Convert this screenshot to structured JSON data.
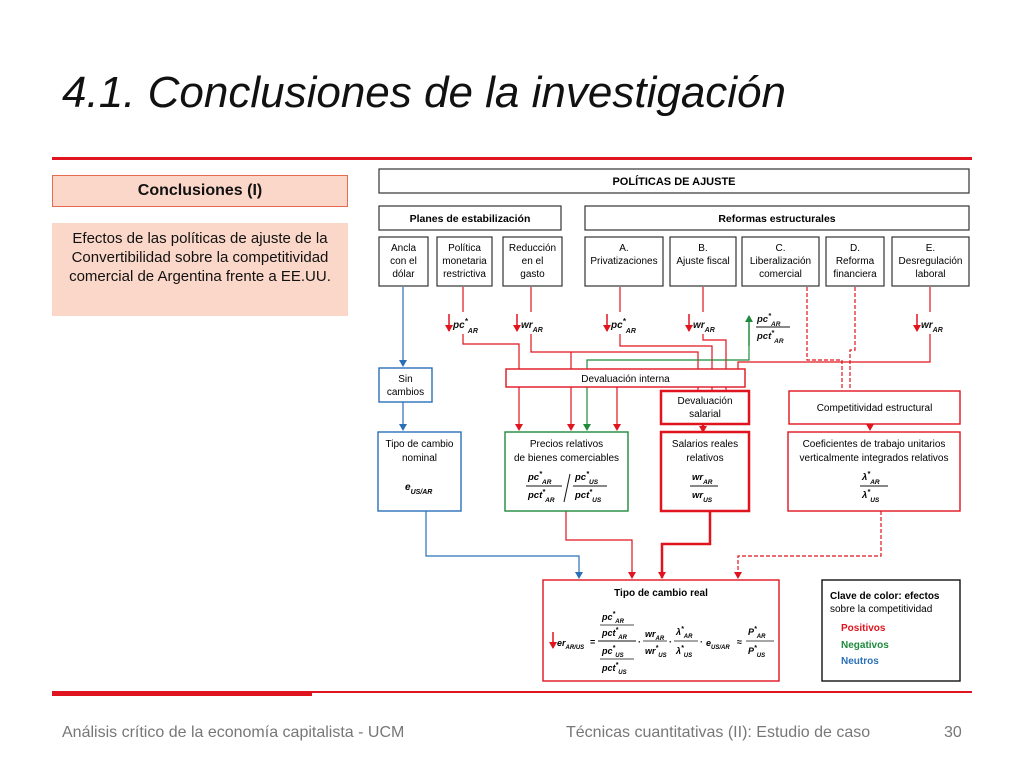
{
  "title": "4.1.  Conclusiones de la investigación",
  "sidebar": {
    "heading": "Conclusiones (I)",
    "body": "Efectos de las políticas de ajuste de la Convertibilidad sobre la competitividad comercial de Argentina frente a EE.UU."
  },
  "diagram": {
    "top": "POLÍTICAS DE AJUSTE",
    "planes": "Planes de estabilización",
    "reformas": "Reformas estructurales",
    "policies": [
      [
        "Ancla",
        "con el",
        "dólar"
      ],
      [
        "Política",
        "monetaria",
        "restrictiva"
      ],
      [
        "Reducción",
        "en el",
        "gasto"
      ],
      [
        "A.",
        "Privatizaciones"
      ],
      [
        "B.",
        "Ajuste fiscal"
      ],
      [
        "C.",
        "Liberalización",
        "comercial"
      ],
      [
        "D.",
        "Reforma",
        "financiera"
      ],
      [
        "E.",
        "Desregulación",
        "laboral"
      ]
    ],
    "sin_cambios": [
      "Sin",
      "cambios"
    ],
    "devaluacion_interna": "Devaluación interna",
    "devaluacion_salarial": [
      "Devaluación",
      "salarial"
    ],
    "competitividad_estructural": "Competitividad estructural",
    "tipo_cambio_nominal": [
      "Tipo de cambio",
      "nominal"
    ],
    "precios_relativos": [
      "Precios relativos",
      "de bienes comerciables"
    ],
    "salarios_reales": [
      "Salarios reales",
      "relativos"
    ],
    "coeficientes": [
      "Coeficientes de trabajo unitarios",
      "verticalmente integrados relativos"
    ],
    "tipo_cambio_real": "Tipo de cambio real",
    "legend": {
      "title_1": "Clave de color: efectos",
      "title_2": "sobre la competitividad",
      "positivos": "Positivos",
      "negativos": "Negativos",
      "neutros": "Neutros"
    },
    "symbols": {
      "pc": "pc",
      "wr": "wr",
      "pct": "pct",
      "e": "e",
      "er": "er",
      "lambda": "λ",
      "P": "P",
      "star": "*",
      "ar": "AR",
      "us": "US",
      "us_ar": "US/AR",
      "ar_us": "AR/US"
    }
  },
  "colors": {
    "red": "#e0141e",
    "green": "#1e8a3c",
    "blue": "#2a70b8",
    "dark": "#333333"
  },
  "footer": {
    "left": "Análisis crítico de la economía capitalista - UCM",
    "center": "Técnicas cuantitativas (II): Estudio de caso",
    "page": "30"
  }
}
